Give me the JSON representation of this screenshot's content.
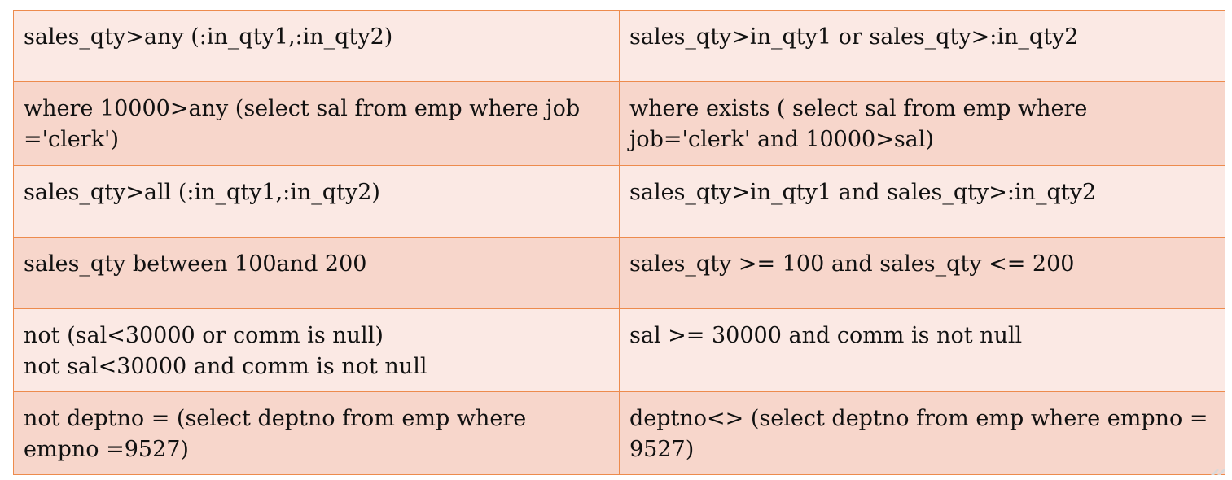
{
  "colors": {
    "border": "#ed8b4d",
    "row_light": "#fbe9e4",
    "row_dark": "#f7d6cb",
    "text": "#111111"
  },
  "rows": [
    {
      "left": "sales_qty>any (:in_qty1,:in_qty2)",
      "right": "sales_qty>in_qty1 or sales_qty>:in_qty2"
    },
    {
      "left": "where 10000>any (select sal from emp where job\n='clerk')",
      "right": "where exists ( select sal from emp where\njob='clerk' and 10000>sal)"
    },
    {
      "left": "sales_qty>all (:in_qty1,:in_qty2)",
      "right": "sales_qty>in_qty1 and sales_qty>:in_qty2"
    },
    {
      "left": "sales_qty between 100and 200",
      "right": "sales_qty >= 100 and sales_qty <= 200"
    },
    {
      "left": "not (sal<30000 or comm is null)\nnot sal<30000 and comm is not null",
      "right": "sal >= 30000 and comm is not null"
    },
    {
      "left": "not deptno = (select deptno from emp where\nempno =9527)",
      "right": "deptno<> (select deptno from emp where empno =\n9527)"
    }
  ],
  "corner_icon": "slide-nav-arrow-icon"
}
